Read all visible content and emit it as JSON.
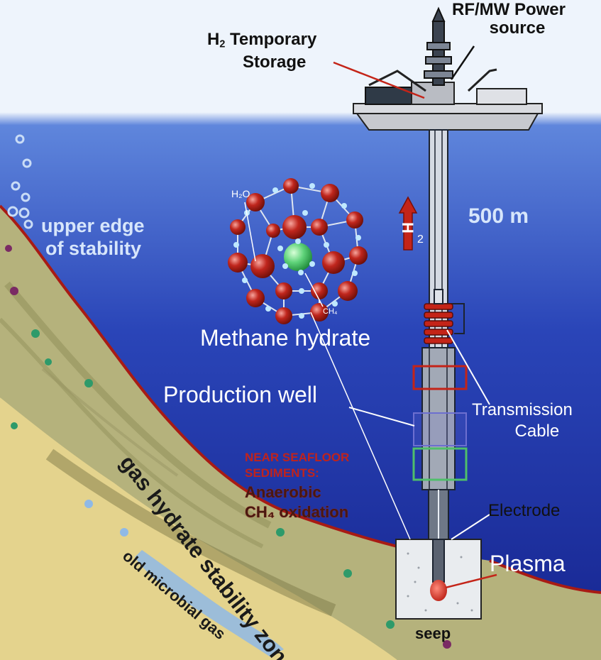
{
  "labels": {
    "rf_power_line1": "RF/MW Power",
    "rf_power_line2": "source",
    "h2_storage_h": "H",
    "h2_storage_sub": "2",
    "h2_storage_rest": " Temporary",
    "h2_storage_line2": "Storage",
    "upper_edge_line1": "upper edge",
    "upper_edge_line2": "of stability",
    "depth": "500 m",
    "h2_arrow_h": "H",
    "h2_arrow_sub": "2",
    "water_molecule": "H₂O",
    "methane_molecule": "CH₄",
    "methane_hydrate": "Methane hydrate",
    "production_well": "Production well",
    "transmission_line1": "Transmission",
    "transmission_line2": "Cable",
    "near_seafloor_line1": "NEAR SEAFLOOR",
    "near_seafloor_line2": "SEDIMENTS:",
    "anaerobic_line1": "Anaerobic",
    "anaerobic_line2": "CH₄ oxidation",
    "electrode": "Electrode",
    "plasma": "Plasma",
    "seep": "seep",
    "gas_hydrate_zone": "gas hydrate stability zone",
    "old_microbial_gas": "old microbial gas"
  },
  "colors": {
    "sea_top": "#f2f6fc",
    "sea_deep": "#1b2fa6",
    "sediment": "#b5b27c",
    "deep_sediment": "#e4d38d",
    "seafloor_line": "#a81b14",
    "hydrate_red": "#b3211a",
    "hydrate_green": "#5fd37a",
    "cable": "#e9eef5",
    "electrode_red": "#c42418"
  }
}
